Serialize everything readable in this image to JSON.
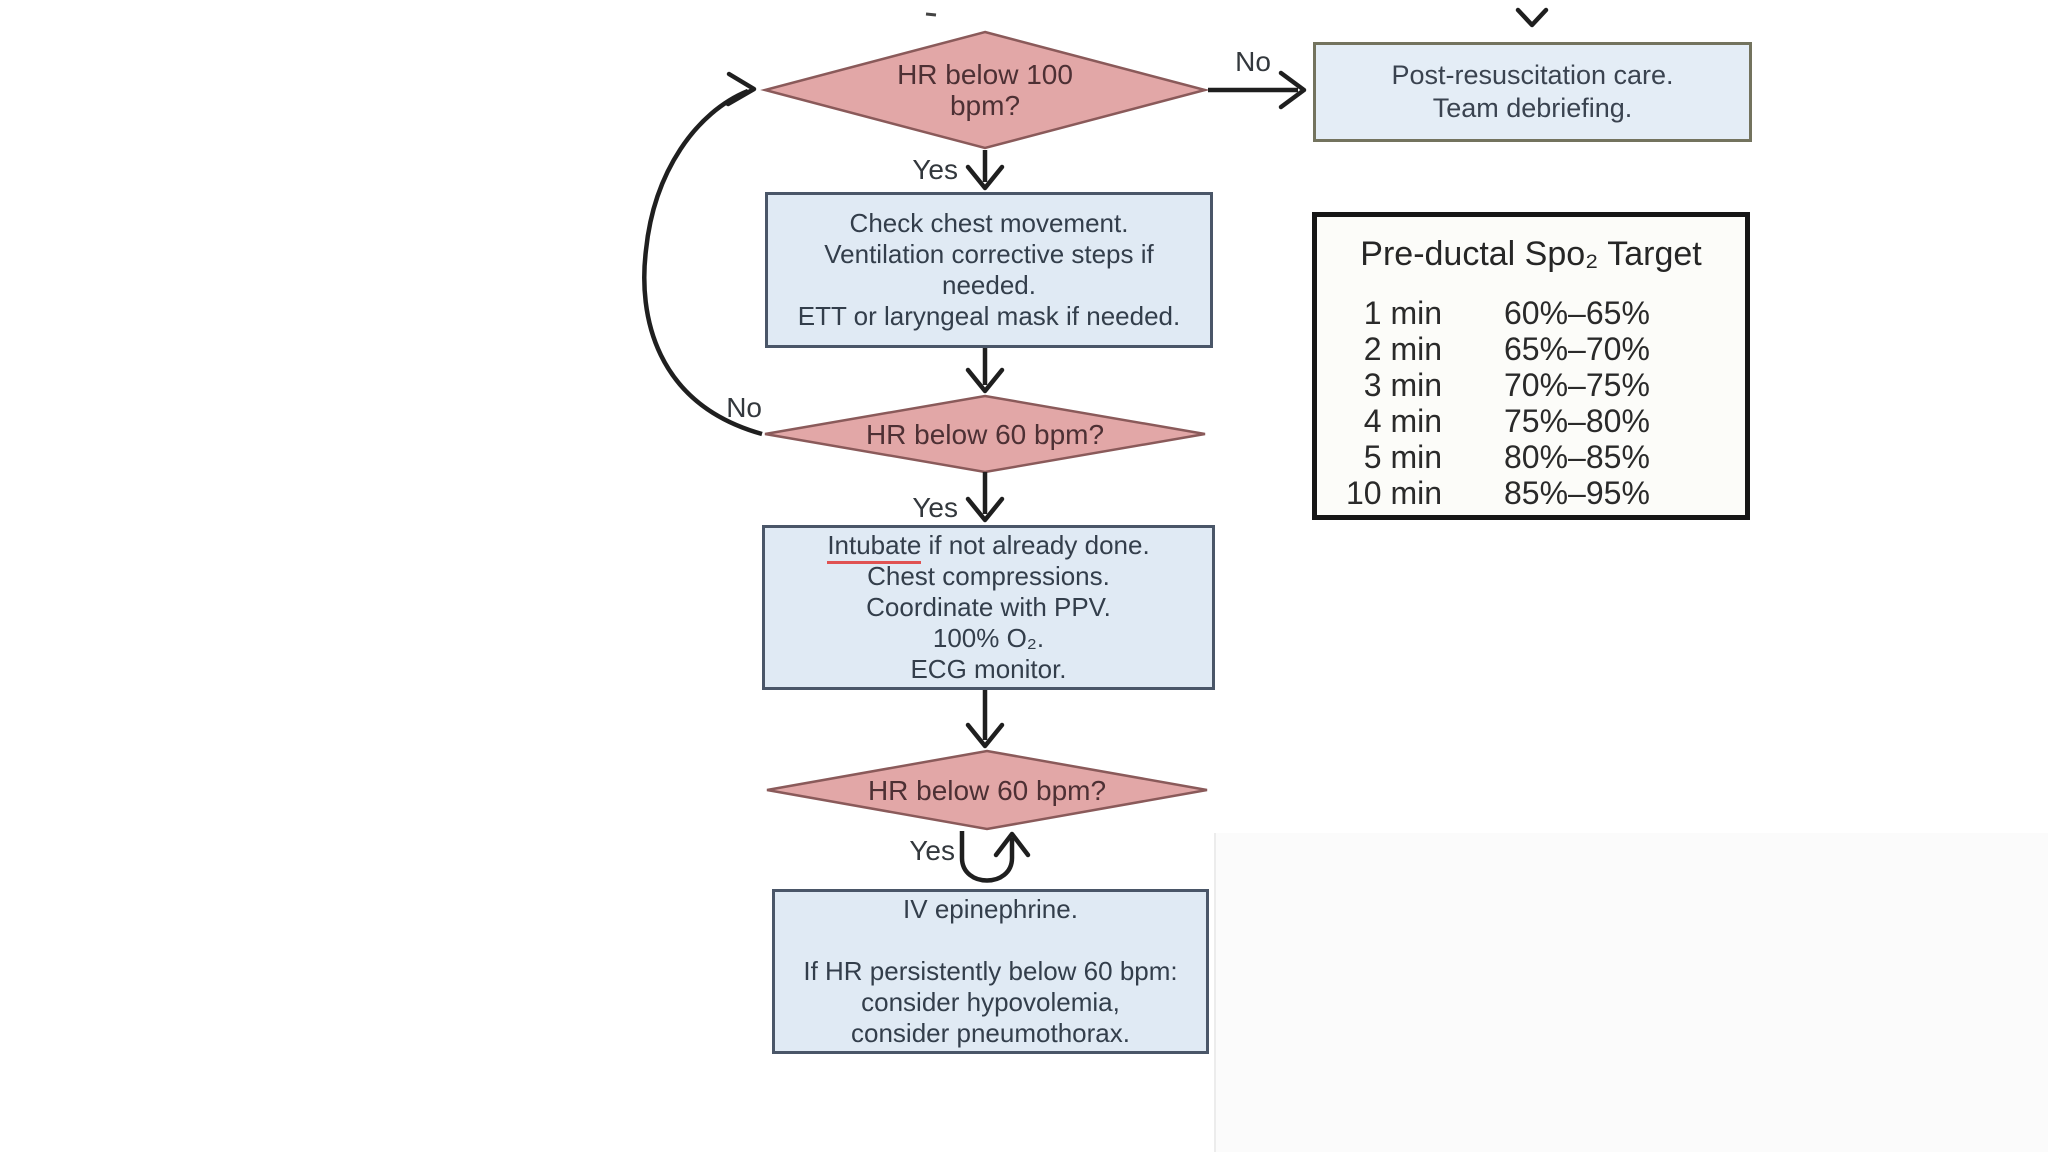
{
  "flowchart": {
    "diamond_hr100": {
      "lines": [
        "HR below 100",
        "bpm?"
      ]
    },
    "diamond_hr60_first": {
      "label": "HR below 60 bpm?"
    },
    "diamond_hr60_second": {
      "label": "HR below 60 bpm?"
    },
    "box_post_resuscitation": {
      "lines": [
        "Post-resuscitation care.",
        "Team debriefing."
      ]
    },
    "box_ventilation": {
      "lines": [
        "Check chest movement.",
        "Ventilation corrective steps if",
        "needed.",
        "ETT or laryngeal mask if needed."
      ]
    },
    "box_compressions": {
      "line1_underlined": "Intubate",
      "line1_rest": " if not already done.",
      "lines": [
        "Chest compressions.",
        "Coordinate with PPV.",
        "100% O₂.",
        "ECG monitor."
      ]
    },
    "box_epinephrine": {
      "lines": [
        "IV epinephrine.",
        "",
        "If HR persistently below 60 bpm:",
        "consider hypovolemia,",
        "consider pneumothorax."
      ]
    },
    "labels": {
      "no_top": "No",
      "yes_top": "Yes",
      "no_loop": "No",
      "yes_mid": "Yes",
      "yes_loop": "Yes"
    }
  },
  "spo2_table": {
    "title": "Pre-ductal Spo₂ Target",
    "rows": [
      {
        "time": "1 min",
        "range": "60%–65%"
      },
      {
        "time": "2 min",
        "range": "65%–70%"
      },
      {
        "time": "3 min",
        "range": "70%–75%"
      },
      {
        "time": "4 min",
        "range": "75%–80%"
      },
      {
        "time": "5 min",
        "range": "80%–85%"
      },
      {
        "time": "10 min",
        "range": "85%–95%"
      }
    ]
  },
  "colors": {
    "background": "#ffffff",
    "diamond_fill": "#e2a7a7",
    "diamond_border": "#8a5a5a",
    "diamond_text": "#4d3034",
    "box_fill": "#e0eaf4",
    "box_border": "#4a5668",
    "post_box_border": "#73735e",
    "post_box_fill": "#e4edf6",
    "table_border": "#161616",
    "arrow": "#1f1f1f",
    "underline_red": "#e05252"
  }
}
